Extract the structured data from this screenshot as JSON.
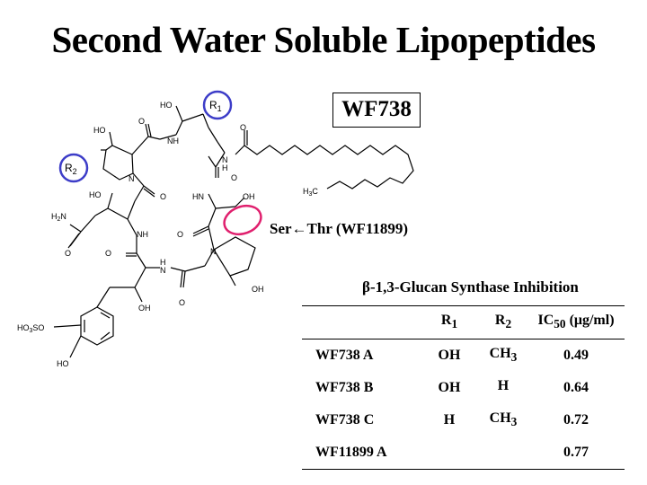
{
  "title": "Second Water Soluble Lipopeptides",
  "compound_label": "WF738",
  "annotation": {
    "left": "Ser",
    "right": "Thr (WF11899)"
  },
  "structure_labels": {
    "ho_top": "HO",
    "r1": "R",
    "r1_sub": "1",
    "r2": "R",
    "r2_sub": "2",
    "ho_upper_left": "HO",
    "o_1": "O",
    "nh_1": "NH",
    "o_2": "O",
    "n_1": "N",
    "h_1": "H",
    "o_3": "O",
    "n_ring": "N",
    "h3c": "H",
    "h3c_sub": "3",
    "h3c_c": "C",
    "ho_mid": "HO",
    "o_4": "O",
    "hn_1": "HN",
    "oh_ser": "OH",
    "h2n_h": "H",
    "h2n_sub": "2",
    "h2n_n": "N",
    "nh_2": "NH",
    "o_5": "O",
    "o_6": "O",
    "o_7": "O",
    "h_2": "H",
    "n_2": "N",
    "n_3": "N",
    "oh_ring": "OH",
    "hso": "HO",
    "hso_sub": "3",
    "hso_so": "SO",
    "oh_bottom": "OH",
    "o_8": "O",
    "ho_bottom": "HO"
  },
  "table": {
    "caption": "β-1,3-Glucan Synthase Inhibition",
    "headers": [
      {
        "main": "",
        "sub": "",
        "rest": ""
      },
      {
        "main": "R",
        "sub": "1",
        "rest": ""
      },
      {
        "main": "R",
        "sub": "2",
        "rest": ""
      },
      {
        "main": "IC",
        "sub": "50",
        "rest": " (μg/ml)"
      }
    ],
    "rows": [
      {
        "name": "WF738 A",
        "r1": "OH",
        "r2": "CH",
        "r2_sub": "3",
        "ic50": "0.49"
      },
      {
        "name": "WF738 B",
        "r1": "OH",
        "r2": "H",
        "r2_sub": "",
        "ic50": "0.64"
      },
      {
        "name": "WF738 C",
        "r1": "H",
        "r2": "CH",
        "r2_sub": "3",
        "ic50": "0.72"
      },
      {
        "name": "WF11899 A",
        "r1": "",
        "r2": "",
        "r2_sub": "",
        "ic50": "0.77"
      }
    ]
  },
  "colors": {
    "highlight_blue": "#3d3dc8",
    "highlight_pink": "#e0206e"
  }
}
